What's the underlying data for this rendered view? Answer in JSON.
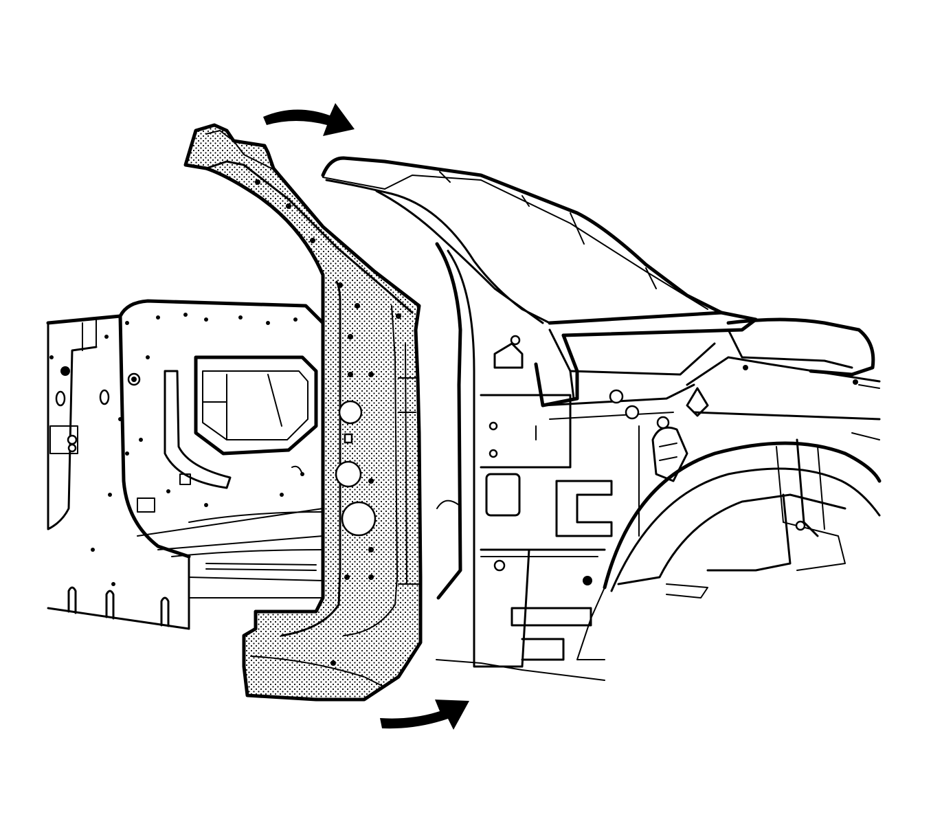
{
  "figure": {
    "colors": {
      "ink": "#000000",
      "paper": "#ffffff",
      "highlight_stipple": "#000000"
    },
    "parts": [
      {
        "name": "left-body-side-panel"
      },
      {
        "name": "hinge-pillar-highlighted"
      },
      {
        "name": "cowl-windshield-frame"
      },
      {
        "name": "front-wheelhouse-assembly"
      }
    ],
    "arrows": [
      {
        "name": "upper-rotation-arrow",
        "direction": "right"
      },
      {
        "name": "lower-rotation-arrow",
        "direction": "right"
      }
    ]
  }
}
